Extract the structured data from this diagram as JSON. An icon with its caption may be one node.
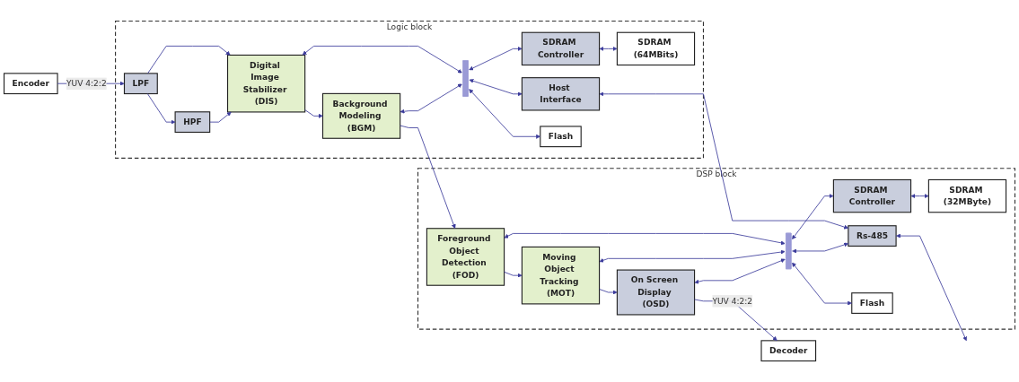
{
  "diagram": {
    "nodes": [
      {
        "text": [
          "Encoder"
        ]
      },
      {
        "text": [
          "Logic block"
        ]
      },
      {
        "text": [
          "LPF"
        ],
        "in": 1
      },
      {
        "text": [
          "HPF"
        ],
        "in": 1
      },
      {
        "text": [
          "Digital Image Stabilizer (DIS)"
        ],
        "in": 1
      },
      {
        "text": [
          "Background Modeling (BGM)"
        ],
        "in": 1
      },
      {
        "text": [],
        "shape": "bar",
        "in": 1
      },
      {
        "text": [
          "SDRAM Controller"
        ],
        "in": 1
      },
      {
        "text": [
          "Host Interface"
        ],
        "in": 1
      },
      {
        "text": [
          "Flash"
        ],
        "in": 1
      },
      {
        "text": [
          "SDRAM (64MBits)"
        ],
        "in": 1
      },
      {
        "text": [
          "DSP block"
        ]
      },
      {
        "text": [
          "Foreground Object Detection (FOD)"
        ],
        "in": 11
      },
      {
        "text": [
          "Moving Object Tracking (MOT)"
        ],
        "in": 11
      },
      {
        "text": [
          "On Screen Display (OSD)"
        ],
        "in": 11
      },
      {
        "text": [],
        "shape": "bar",
        "in": 11
      },
      {
        "text": [
          "Rs-485"
        ],
        "in": 11
      },
      {
        "text": [
          "SDRAM Controller"
        ],
        "in": 11
      },
      {
        "text": [
          "SDRAM (32MByte)"
        ],
        "in": 11
      },
      {
        "text": [
          "Flash"
        ],
        "in": 11
      },
      {
        "text": [
          "Decoder"
        ]
      }
    ],
    "edges": [
      {
        "from": 0,
        "to": 2,
        "label": "YUV 4:2:2",
        "arrow": "to"
      },
      {
        "from": 2,
        "to": 3,
        "arrow": "to"
      },
      {
        "from": 2,
        "to": 4,
        "arrow": "to"
      },
      {
        "from": 3,
        "to": 4,
        "arrow": "to"
      },
      {
        "from": 4,
        "to": 5,
        "arrow": "to"
      },
      {
        "from": 5,
        "to": 12,
        "arrow": "to"
      },
      {
        "from": 12,
        "to": 13,
        "arrow": "to"
      },
      {
        "from": 13,
        "to": 14,
        "arrow": "to"
      },
      {
        "from": 14,
        "to": 20,
        "label": "YUV 4:2:2",
        "arrow": "to"
      },
      {
        "from": 4,
        "to": 6,
        "arrow": "both"
      },
      {
        "from": 5,
        "to": 6,
        "arrow": "both"
      },
      {
        "from": 6,
        "to": 9,
        "arrow": "both"
      },
      {
        "from": 6,
        "to": 7,
        "arrow": "both"
      },
      {
        "from": 7,
        "to": 10,
        "arrow": "both"
      },
      {
        "from": 6,
        "to": 8,
        "arrow": "both"
      },
      {
        "from": 8,
        "to": 16,
        "arrow": "both"
      },
      {
        "from": 12,
        "to": 15,
        "arrow": "both"
      },
      {
        "from": 13,
        "to": 15,
        "arrow": "both"
      },
      {
        "from": 14,
        "to": 15,
        "arrow": "both"
      },
      {
        "from": 15,
        "to": 16,
        "arrow": "both"
      },
      {
        "from": 15,
        "to": 17,
        "arrow": "both"
      },
      {
        "from": 17,
        "to": 18,
        "arrow": "both"
      },
      {
        "from": 15,
        "to": 19,
        "arrow": "both"
      },
      {
        "from": 16,
        "to": null,
        "arrow": "both"
      }
    ]
  }
}
